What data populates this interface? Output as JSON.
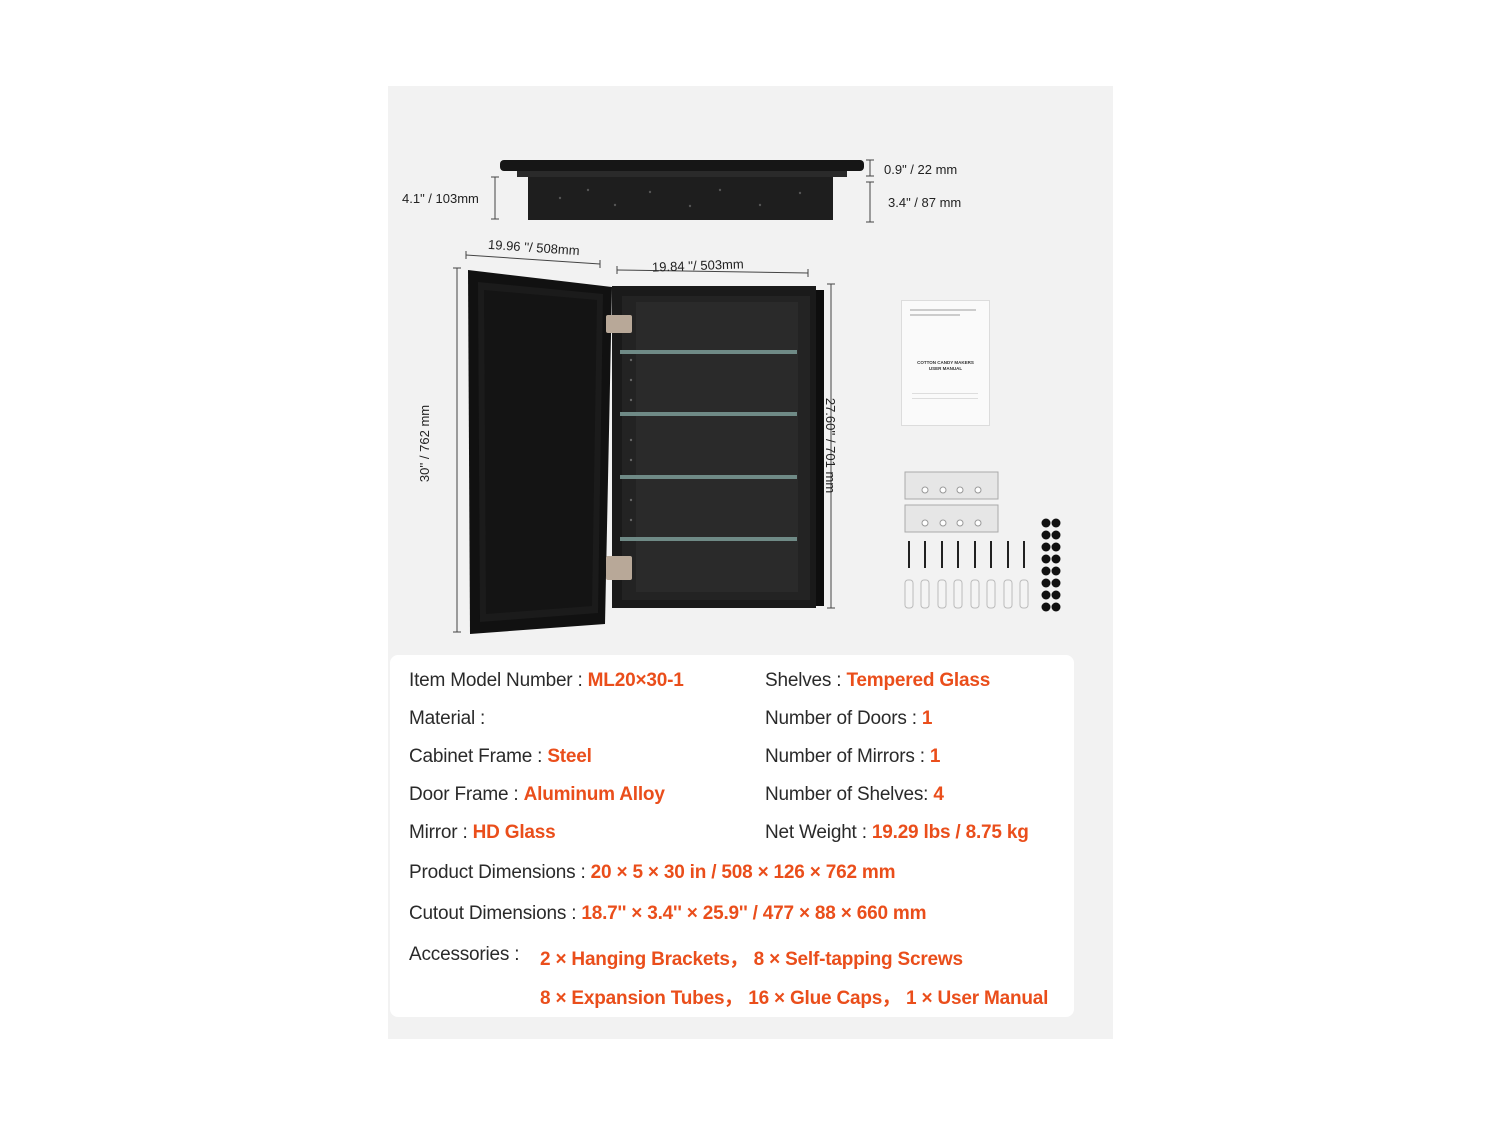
{
  "dimensions": {
    "top_front_depth": "0.9\" / 22 mm",
    "top_body_depth": "3.4\" / 87 mm",
    "top_total_depth": "4.1\" / 103mm",
    "door_width": "19.96 ''/ 508mm",
    "cabinet_width": "19.84 ''/ 503mm",
    "total_height": "30'' / 762 mm",
    "inner_height": "27.60'' / 701 mm"
  },
  "manual": {
    "line1": "COTTON CANDY MAKERS",
    "line2": "USER MANUAL"
  },
  "specs": {
    "item_model": {
      "label": "Item Model Number : ",
      "value": "ML20×30-1"
    },
    "material": {
      "label": "Material :"
    },
    "cabinet_frame": {
      "label": "Cabinet Frame : ",
      "value": "Steel"
    },
    "door_frame": {
      "label": "Door Frame : ",
      "value": "Aluminum Alloy"
    },
    "mirror": {
      "label": "Mirror : ",
      "value": "HD Glass"
    },
    "shelves": {
      "label": "Shelves : ",
      "value": "Tempered Glass"
    },
    "doors": {
      "label": "Number of Doors : ",
      "value": "1"
    },
    "mirrors": {
      "label": "Number of Mirrors : ",
      "value": "1"
    },
    "num_shelves": {
      "label": "Number of Shelves: ",
      "value": "4"
    },
    "net_weight": {
      "label": "Net Weight : ",
      "value": "19.29 lbs / 8.75 kg"
    },
    "product_dims": {
      "label": "Product Dimensions : ",
      "value": "20 × 5 × 30 in / 508 × 126 × 762 mm"
    },
    "cutout_dims": {
      "label": "Cutout Dimensions : ",
      "value": "18.7'' × 3.4'' × 25.9'' / 477 × 88 × 660 mm"
    },
    "accessories": {
      "label": "Accessories : ",
      "line1": "2 × Hanging Brackets，  8 × Self-tapping Screws",
      "line2": "8 × Expansion Tubes，  16 × Glue Caps，  1 × User Manual"
    }
  },
  "colors": {
    "accent": "#ea4e1b",
    "panel": "#f2f2f2",
    "cabinet": "#1c1c1c"
  }
}
